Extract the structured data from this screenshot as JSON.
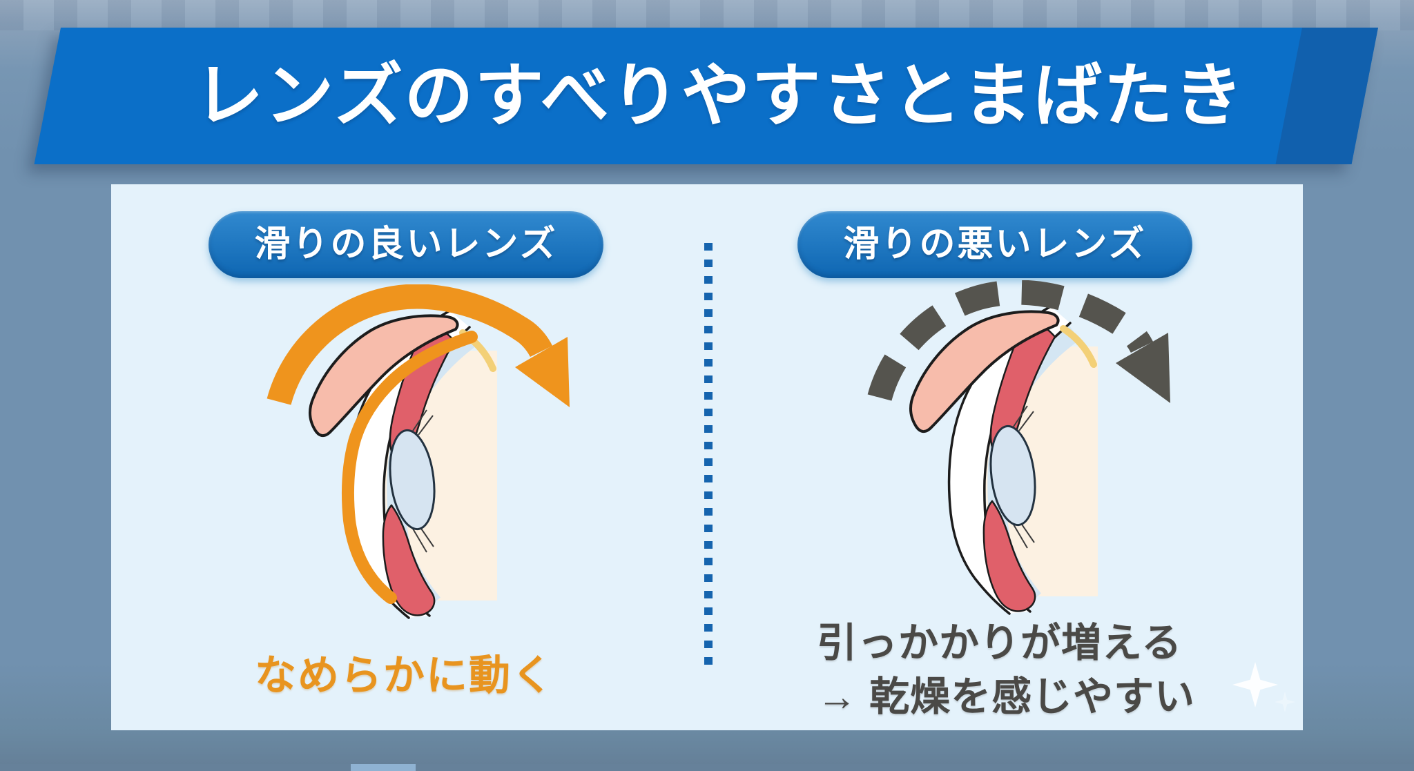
{
  "title": "レンズのすべりやすさとまばたき",
  "comparison": {
    "left": {
      "label": "滑りの良いレンズ",
      "caption": "なめらかに動く",
      "arrow_icon": "smooth-arc-arrow-icon",
      "diagram": "eye-cross-section-good-lens"
    },
    "right": {
      "label": "滑りの悪いレンズ",
      "caption_line1": "引っかかりが増える",
      "caption_line2": "→ 乾燥を感じやすい",
      "arrow_icon": "dashed-arc-arrow-icon",
      "diagram": "eye-cross-section-bad-lens"
    }
  },
  "icons": {
    "left_arrow": "smooth-arc-arrow-icon",
    "right_arrow": "dashed-arc-arrow-icon",
    "sparkle": "sparkle-icon"
  },
  "colors": {
    "banner_blue": "#0b6fc8",
    "banner_fold": "#1160ad",
    "pill_blue_top": "#3189cf",
    "pill_blue_bottom": "#0e66b2",
    "panel_bg": "#e4f2fb",
    "page_bg": "#7191af",
    "divider_blue": "#1564ae",
    "smooth_orange": "#ef941d",
    "caption_orange": "#e8941f",
    "friction_gray": "#55544e",
    "caption_gray": "#4a4946"
  }
}
